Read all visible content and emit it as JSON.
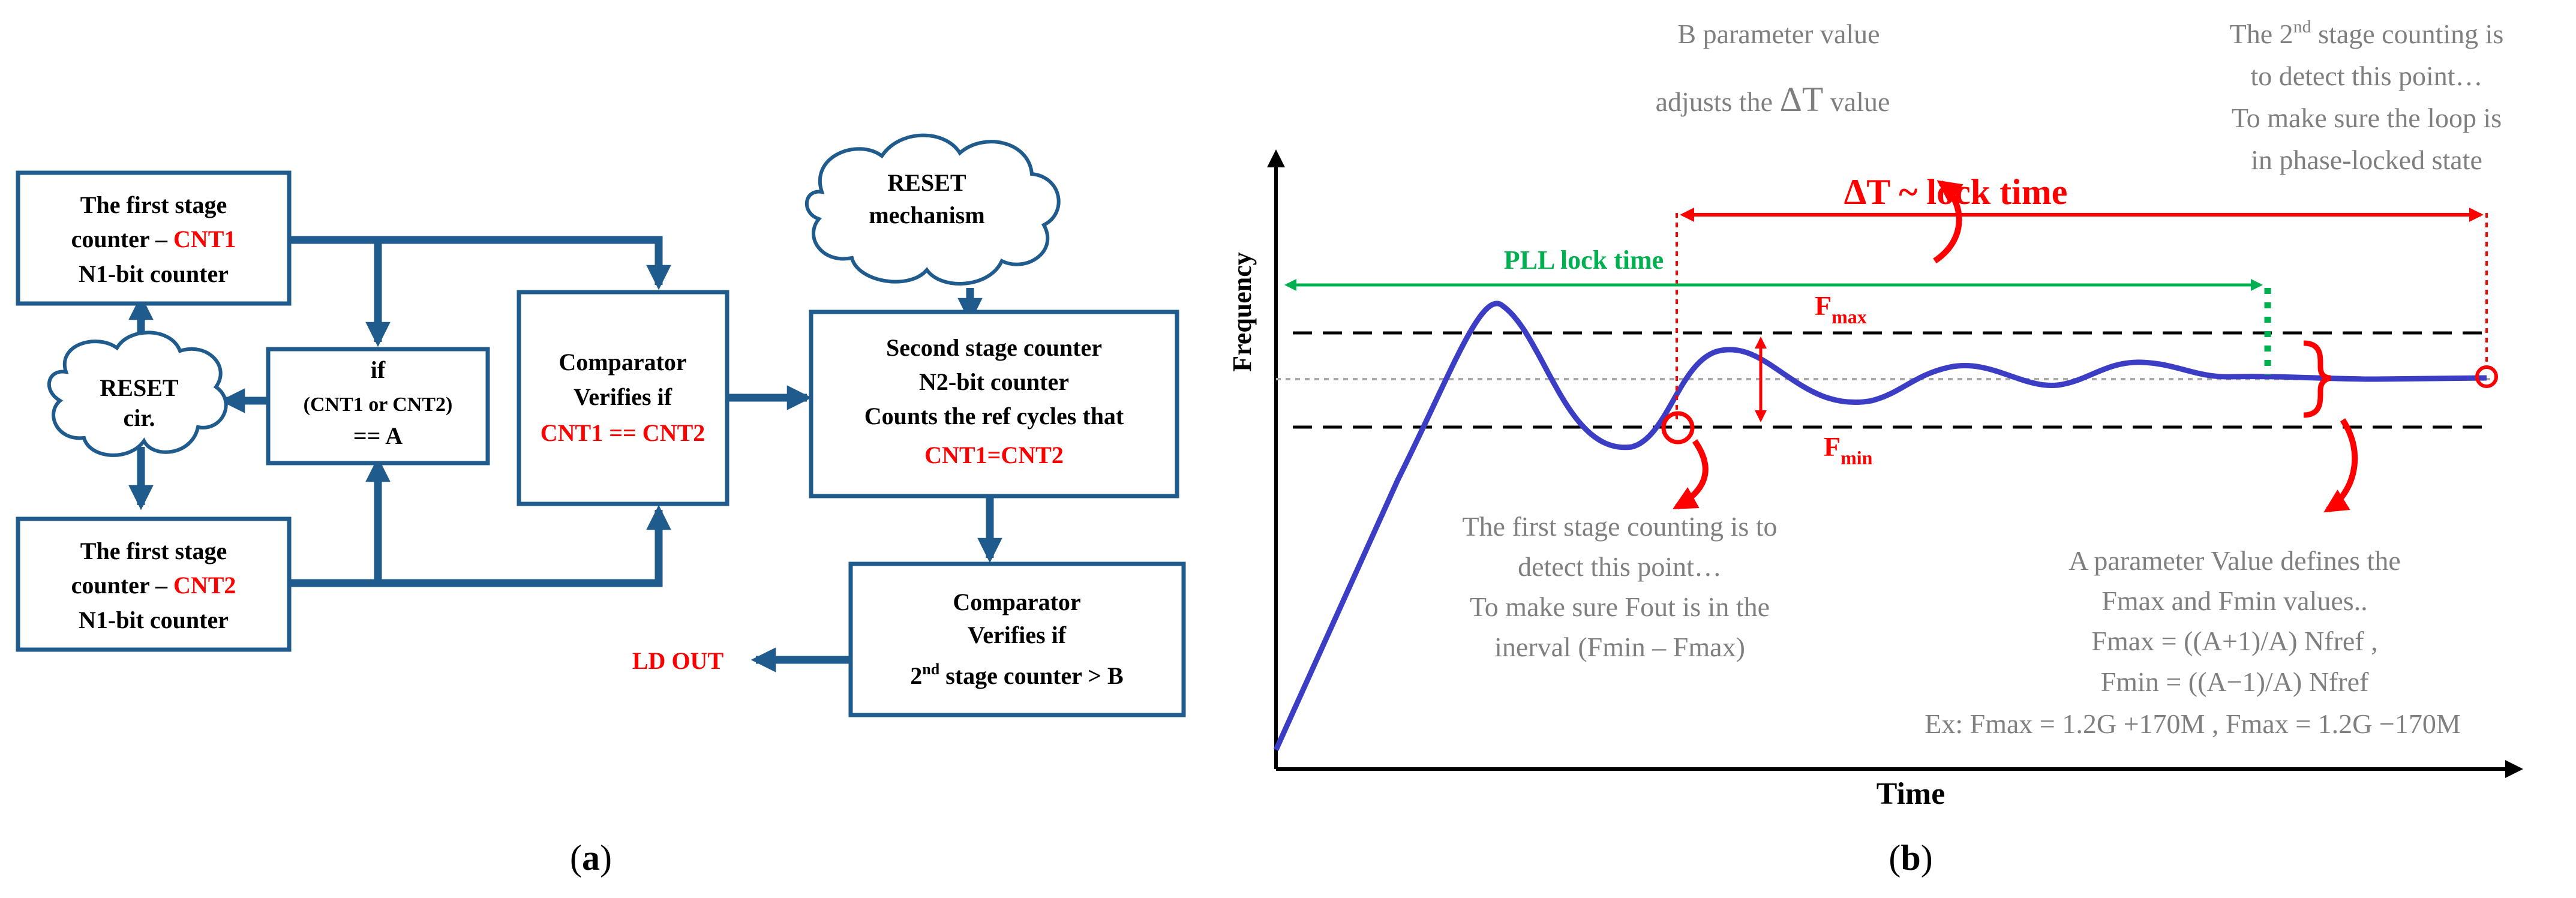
{
  "colors": {
    "box_stroke": "#1f5b8c",
    "arrow": "#1f5b8c",
    "highlight": "#ff0000",
    "curve": "#3b3dc4",
    "lock_time": "#00b050",
    "note_text": "#7f7f7f"
  },
  "panel_a": {
    "caption": "a",
    "counter1": {
      "line1": "The first stage",
      "line2_prefix": "counter – ",
      "line2_name": "CNT1",
      "line3": "N1-bit counter"
    },
    "counter2": {
      "line1": "The first stage",
      "line2_prefix": "counter – ",
      "line2_name": "CNT2",
      "line3": "N1-bit counter"
    },
    "reset_cir": {
      "line1": "RESET",
      "line2": "cir."
    },
    "if_box": {
      "line1": "if",
      "line2": "(CNT1 or CNT2)",
      "line3": "== A"
    },
    "comparator1": {
      "line1": "Comparator",
      "line2": "Verifies  if",
      "line3": "CNT1 == CNT2"
    },
    "reset_mechanism": {
      "line1": "RESET",
      "line2": "mechanism"
    },
    "second_stage": {
      "line1": "Second stage counter",
      "line2": "N2-bit counter",
      "line3": "Counts the ref cycles that",
      "line4": "CNT1=CNT2"
    },
    "comparator2": {
      "line1": "Comparator",
      "line2": "Verifies  if",
      "line3_pre": "2",
      "line3_sup": "nd",
      "line3_post": " stage counter > B"
    },
    "ld_out": "LD OUT"
  },
  "panel_b": {
    "caption": "b",
    "y_label": "Frequency",
    "x_label": "Time",
    "pll_lock_time": "PLL lock time",
    "delta_t_label": "ΔT ~ lock time",
    "fmax": {
      "base": "F",
      "sub": "max"
    },
    "fmin": {
      "base": "F",
      "sub": "min"
    },
    "b_note": {
      "line1": "B parameter value",
      "line2_pre": "adjusts the ",
      "line2_sym": "ΔT",
      "line2_post": "  value"
    },
    "second_note": {
      "line1_pre": "The 2",
      "line1_sup": "nd",
      "line1_post": " stage counting is",
      "line2": "to detect this point…",
      "line3": "To make sure the loop is",
      "line4": "in phase-locked state"
    },
    "first_note": {
      "line1": "The first stage counting  is to",
      "line2": "detect this point…",
      "line3": "To make sure Fout is in the",
      "line4": "inerval (Fmin – Fmax)"
    },
    "a_note": {
      "line1": "A parameter Value defines the",
      "line2": "Fmax and Fmin values..",
      "line3": "Fmax = ((A+1)/A) Nfref ,",
      "line4": "Fmin = ((A−1)/A) Nfref",
      "line5": "Ex: Fmax = 1.2G +170M , Fmax = 1.2G −170M"
    }
  }
}
